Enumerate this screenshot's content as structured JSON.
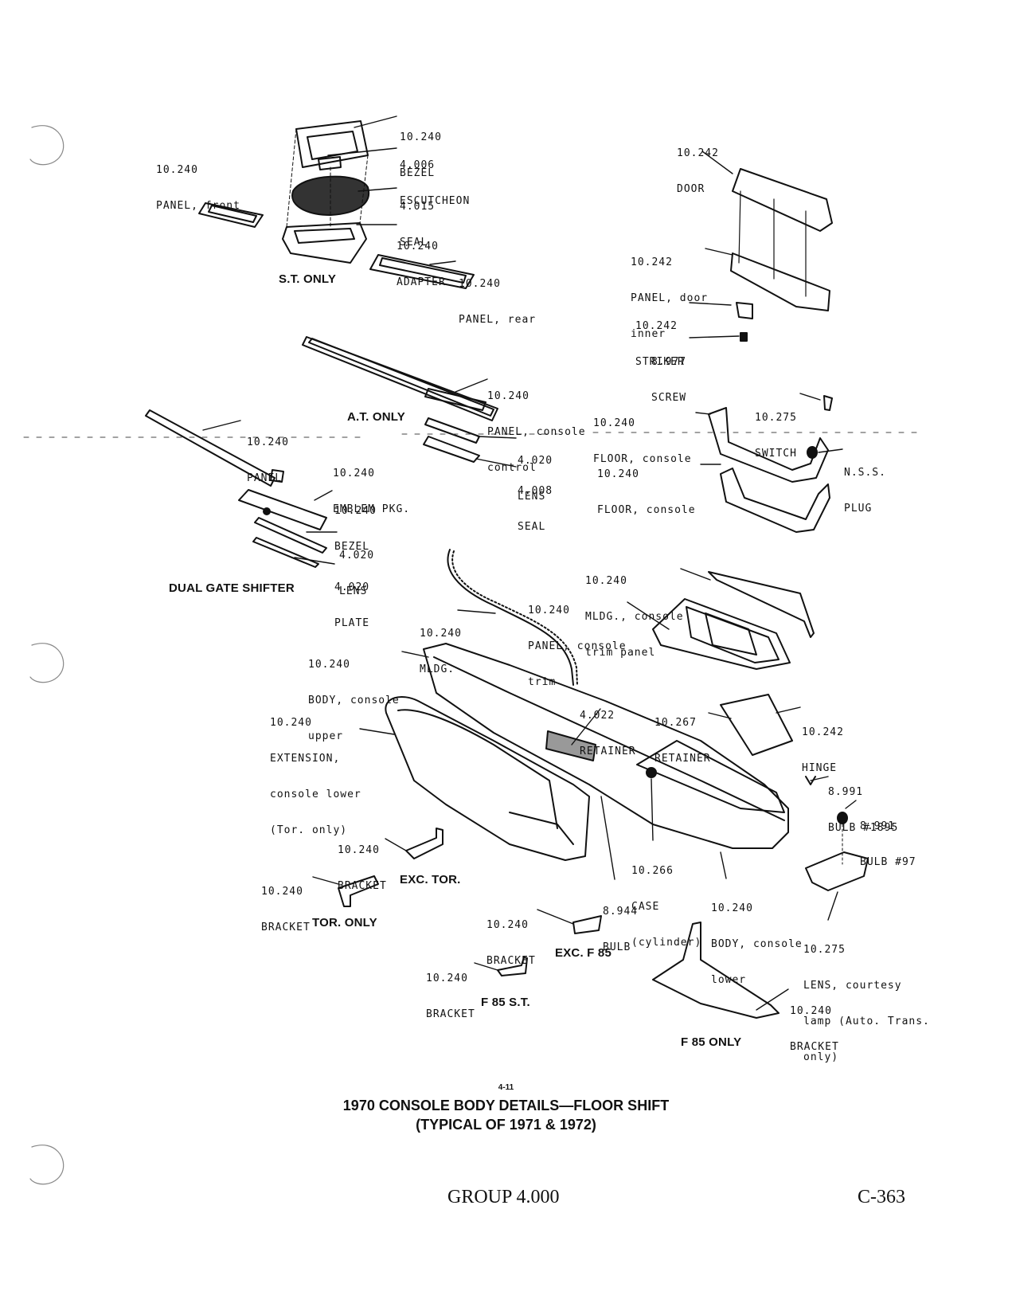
{
  "labels": {
    "bezel_top": [
      "10.240",
      "BEZEL"
    ],
    "escutcheon": [
      "4.006",
      "ESCUTCHEON"
    ],
    "panel_front": [
      "10.240",
      "PANEL, front"
    ],
    "seal_top": [
      "4.015",
      "SEAL"
    ],
    "adapter": [
      "10.240",
      "ADAPTER"
    ],
    "panel_rear": [
      "10.240",
      "PANEL, rear"
    ],
    "door": [
      "10.242",
      "DOOR"
    ],
    "panel_door_inner": [
      "10.242",
      "PANEL, door",
      "inner"
    ],
    "striker": [
      "10.242",
      "STRIKER"
    ],
    "screw": [
      "8.977",
      "SCREW"
    ],
    "panel_console_control": [
      "10.240",
      "PANEL, console",
      "control"
    ],
    "floor_console_1": [
      "10.240",
      "FLOOR, console"
    ],
    "switch": [
      "10.275",
      "SWITCH"
    ],
    "panel_dual": [
      "10.240",
      "PANEL"
    ],
    "lens_at": [
      "4.020",
      "LENS"
    ],
    "nss_plug": [
      "N.S.S.",
      "PLUG"
    ],
    "emblem_pkg": [
      "10.240",
      "EMBLEM PKG."
    ],
    "floor_console_2": [
      "10.240",
      "FLOOR, console"
    ],
    "seal_at": [
      "4.008",
      "SEAL"
    ],
    "bezel_dual": [
      "10.240",
      "BEZEL"
    ],
    "lens_dual": [
      "4.020",
      "LENS"
    ],
    "plate_dual": [
      "4.020",
      "PLATE"
    ],
    "mldg_trim": [
      "10.240",
      "MLDG., console",
      "trim panel"
    ],
    "panel_trim": [
      "10.240",
      "PANEL, console",
      "trim"
    ],
    "mldg": [
      "10.240",
      "MLDG."
    ],
    "body_upper": [
      "10.240",
      "BODY, console",
      "upper"
    ],
    "retainer_4022": [
      "4.022",
      "RETAINER"
    ],
    "retainer_10267": [
      "10.267",
      "RETAINER"
    ],
    "hinge": [
      "10.242",
      "HINGE"
    ],
    "extension": [
      "10.240",
      "EXTENSION,",
      "console lower",
      "(Tor. only)"
    ],
    "bulb_1895": [
      "8.991",
      "BULB #1895"
    ],
    "bulb_97": [
      "8.991",
      "BULB #97"
    ],
    "bracket_exc_tor": [
      "10.240",
      "BRACKET"
    ],
    "case_cyl": [
      "10.266",
      "CASE",
      "(cylinder)"
    ],
    "bracket_tor": [
      "10.240",
      "BRACKET"
    ],
    "bulb_8944": [
      "8.944",
      "BULB"
    ],
    "body_lower": [
      "10.240",
      "BODY, console",
      "lower"
    ],
    "bracket_exc_f85": [
      "10.240",
      "BRACKET"
    ],
    "lens_courtesy": [
      "10.275",
      "LENS, courtesy",
      "lamp (Auto. Trans.",
      "only)"
    ],
    "bracket_f85st": [
      "10.240",
      "BRACKET"
    ],
    "bracket_f85only": [
      "10.240",
      "BRACKET"
    ]
  },
  "groups": {
    "st_only": "S.T. ONLY",
    "at_only": "A.T. ONLY",
    "dual_gate": "DUAL GATE SHIFTER",
    "exc_tor": "EXC. TOR.",
    "tor_only": "TOR. ONLY",
    "exc_f85": "EXC. F 85",
    "f85_st": "F 85 S.T.",
    "f85_only": "F 85 ONLY"
  },
  "caption": {
    "fig_no": "4-11",
    "title": "1970 CONSOLE BODY DETAILS—FLOOR SHIFT",
    "subtitle": "(TYPICAL OF 1971 & 1972)"
  },
  "footer": {
    "group": "GROUP 4.000",
    "page": "C-363"
  }
}
